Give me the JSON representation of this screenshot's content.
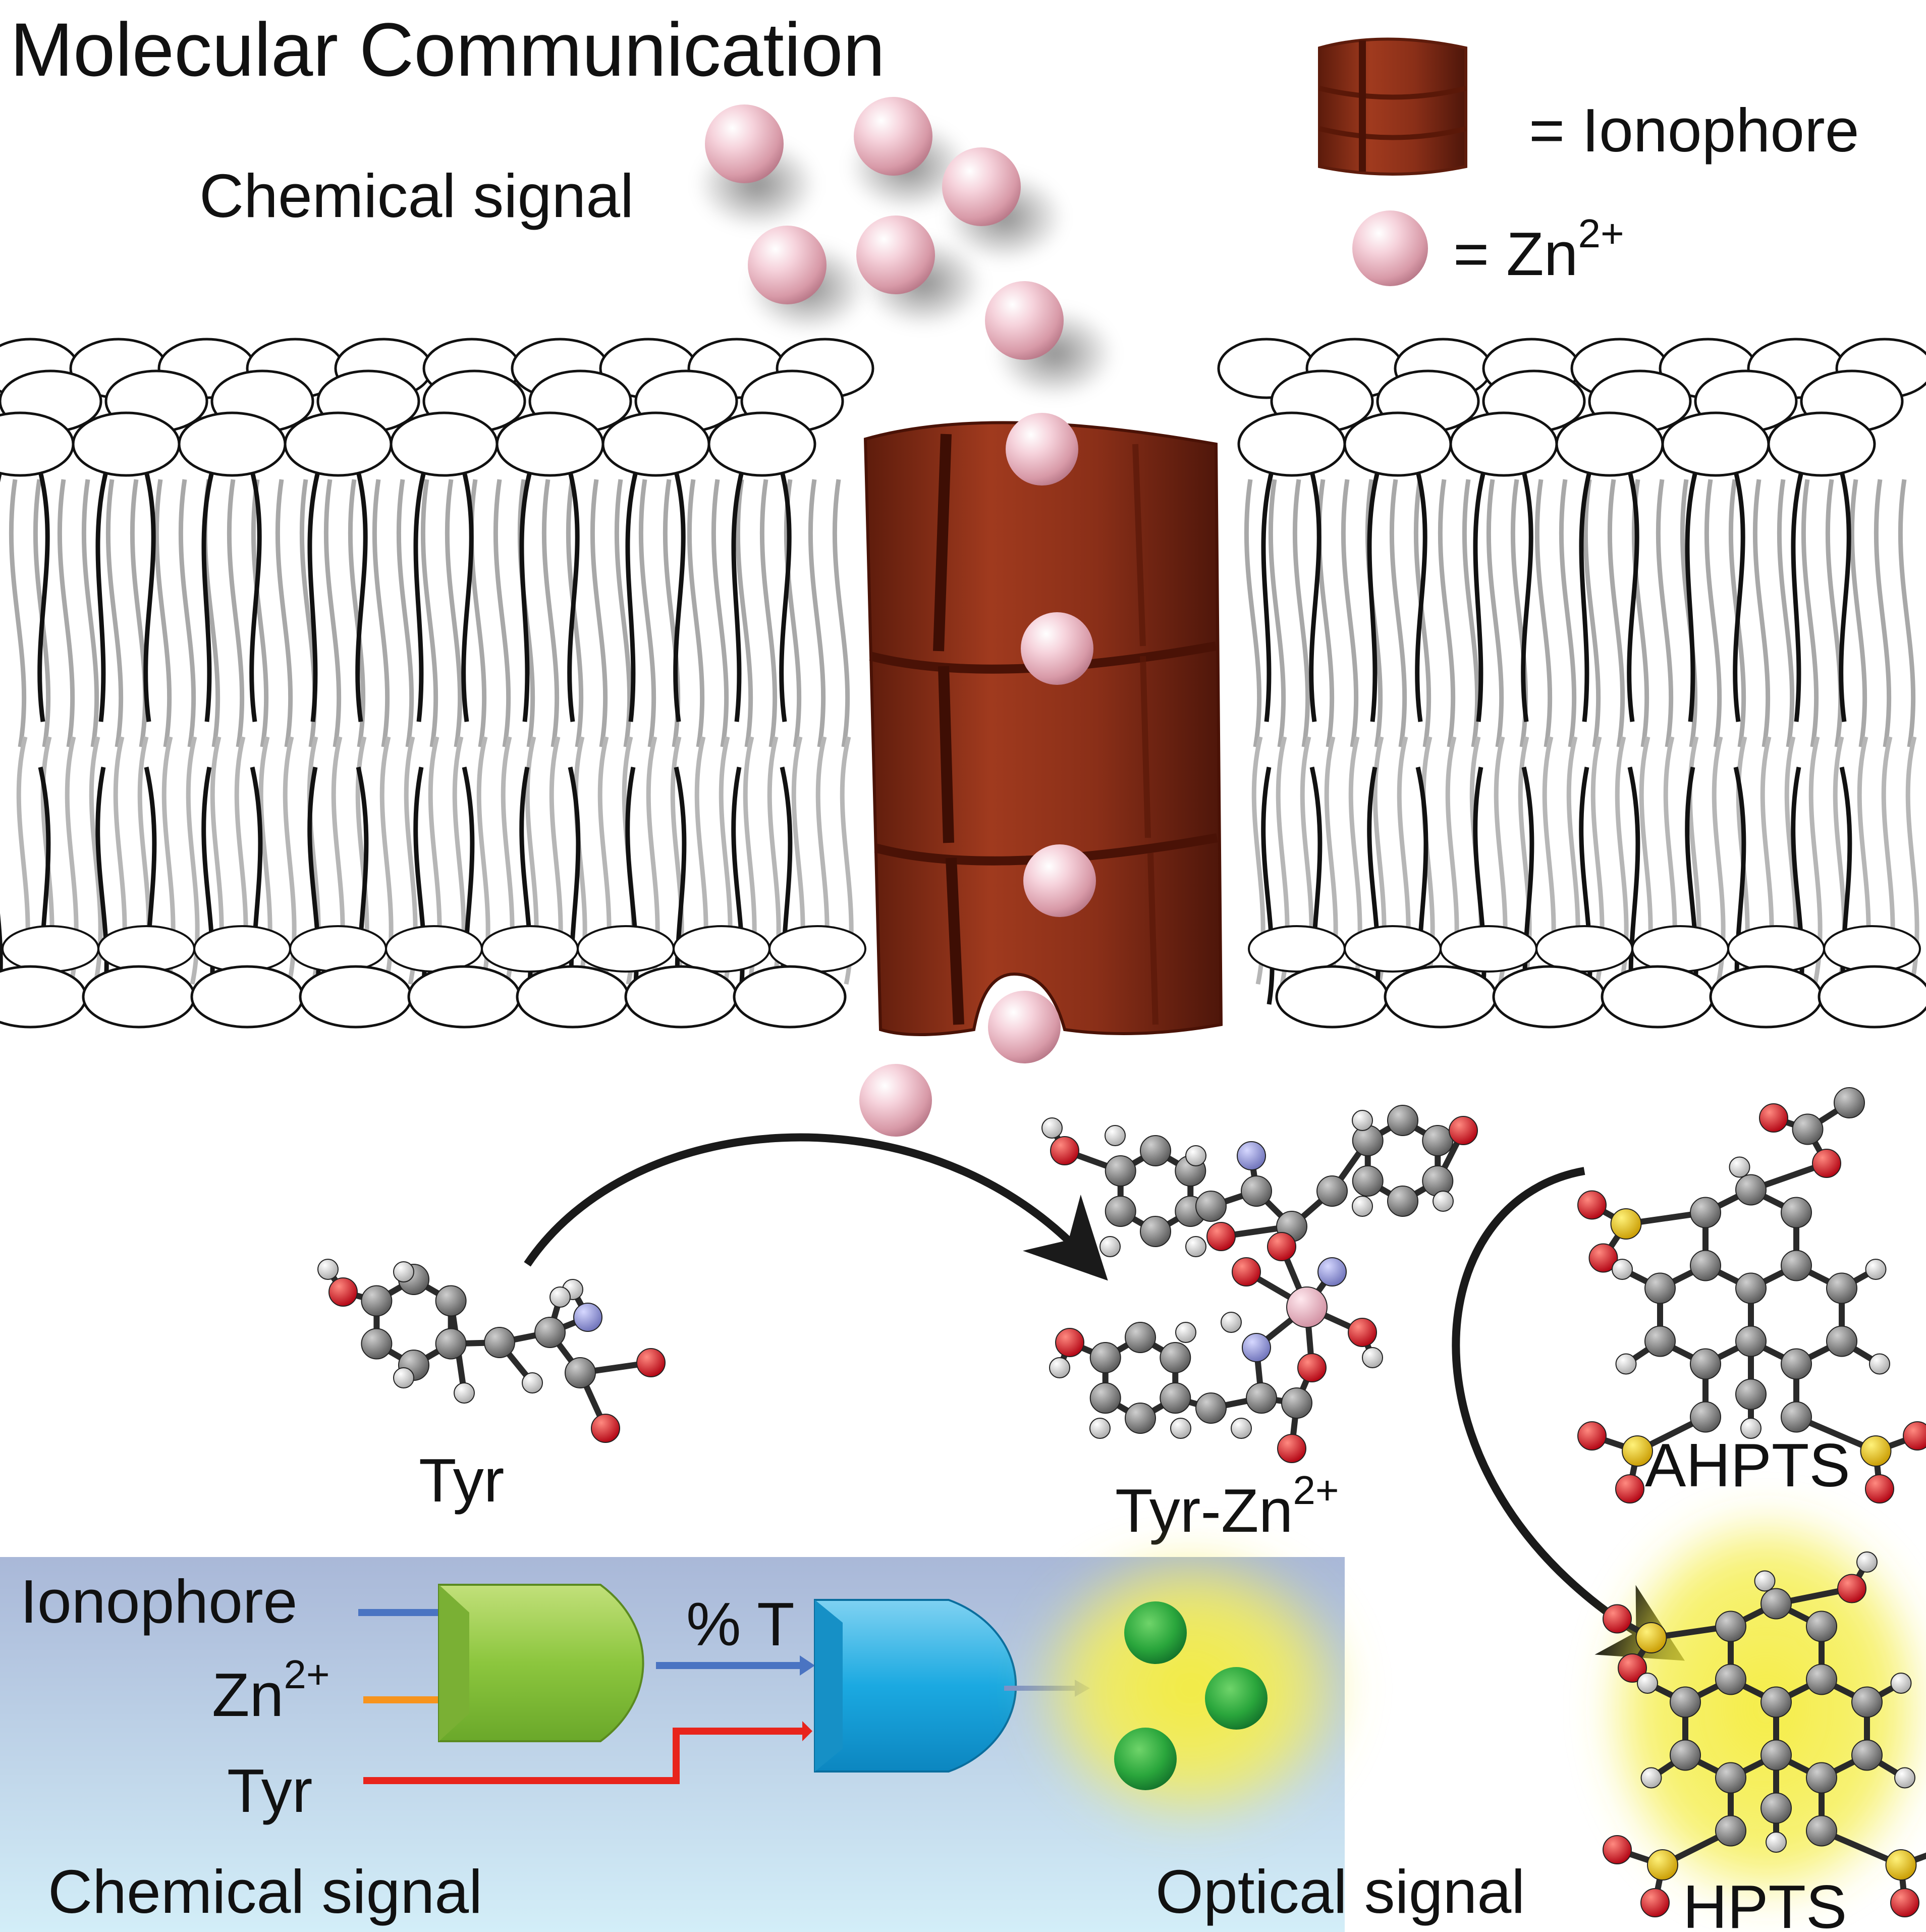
{
  "title": "Molecular Communication",
  "top_signal_label": "Chemical signal",
  "legend": {
    "ionophore": "= Ionophore",
    "zinc_prefix": "= Zn",
    "zinc_charge": "2+"
  },
  "molecules": {
    "tyr": "Tyr",
    "tyr_zn_prefix": "Tyr-Zn",
    "tyr_zn_charge": "2+",
    "ahpts": "AHPTS",
    "hpts": "HPTS"
  },
  "logic_panel": {
    "input_ionophore": "Ionophore",
    "input_zn_prefix": "Zn",
    "input_zn_charge": "2+",
    "input_tyr": "Tyr",
    "gate_output_label": "% T",
    "left_caption": "Chemical signal",
    "right_caption": "Optical signal"
  },
  "colors": {
    "ionophore": "#8e3018",
    "zinc_ion": "#f2c4cf",
    "gate1": "#8cc63e",
    "gate2": "#1ba9e1",
    "panel_top": "#a9b8d8",
    "panel_bottom": "#cde9f6",
    "wire_ionophore": "#4a74c2",
    "wire_zinc": "#f7941d",
    "wire_tyr": "#e8241c",
    "glow": "#f4ec3c",
    "fluor_dot": "#2aa63c"
  }
}
